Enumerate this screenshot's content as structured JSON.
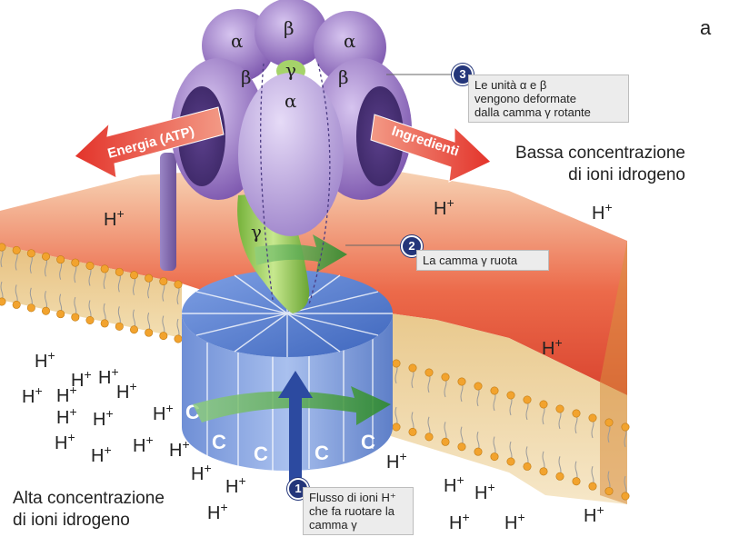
{
  "panel_letter": "a",
  "captions": {
    "low_line1": "Bassa concentrazione",
    "low_line2": "di ioni idrogeno",
    "high_line1": "Alta concentrazione",
    "high_line2": "di ioni idrogeno"
  },
  "arrows": {
    "energy": "Energia (ATP)",
    "ingredients": "Ingredienti"
  },
  "callouts": [
    {
      "number": "1",
      "lines": [
        "Flusso di ioni H⁺",
        "che fa ruotare la",
        "camma γ"
      ]
    },
    {
      "number": "2",
      "lines": [
        "La camma γ ruota"
      ]
    },
    {
      "number": "3",
      "lines": [
        "Le unità α e β",
        "vengono deformate",
        "dalla camma γ rotante"
      ]
    }
  ],
  "ion": {
    "symbol": "H",
    "charge": "+"
  },
  "subunits": {
    "alpha": "α",
    "beta": "β",
    "gamma": "γ",
    "c": "C"
  },
  "colors": {
    "membrane_top": "#e8503c",
    "membrane_body": "#f0d9a8",
    "lipid_head": "#f2a32e",
    "rotor": "#5f86cf",
    "head": "#8a63b8",
    "stalk": "#8bc34a",
    "arrow_red": "#e3332a",
    "arrow_green": "#3f9a3a",
    "arrow_blue": "#2c4aa0",
    "badge": "#24367a"
  }
}
